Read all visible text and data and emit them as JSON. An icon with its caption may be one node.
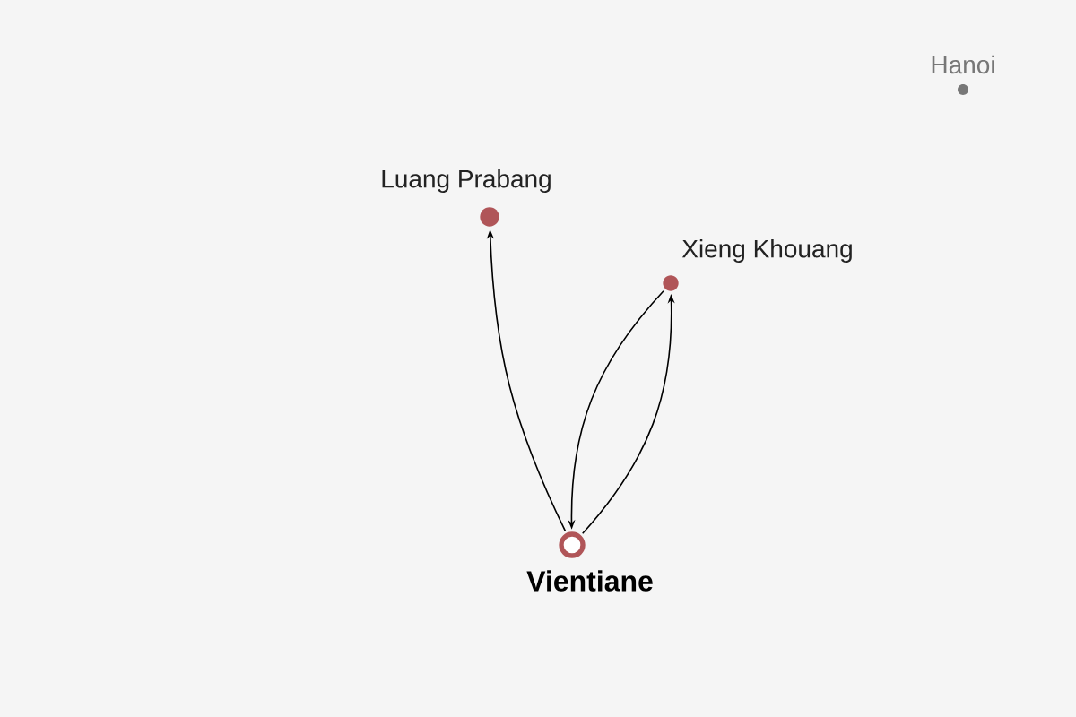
{
  "diagram": {
    "nodes": [
      {
        "text": [
          "Hanoi"
        ]
      },
      {
        "text": [
          "Luang Prabang"
        ]
      },
      {
        "text": [
          "Xieng Khouang"
        ]
      },
      {
        "text": [
          "Vientiane"
        ]
      }
    ],
    "edges": [
      {
        "from": 3,
        "to": 1,
        "arrow": "to"
      },
      {
        "from": 3,
        "to": 2,
        "arrow": "to"
      },
      {
        "from": 2,
        "to": 3,
        "arrow": "to"
      }
    ]
  }
}
